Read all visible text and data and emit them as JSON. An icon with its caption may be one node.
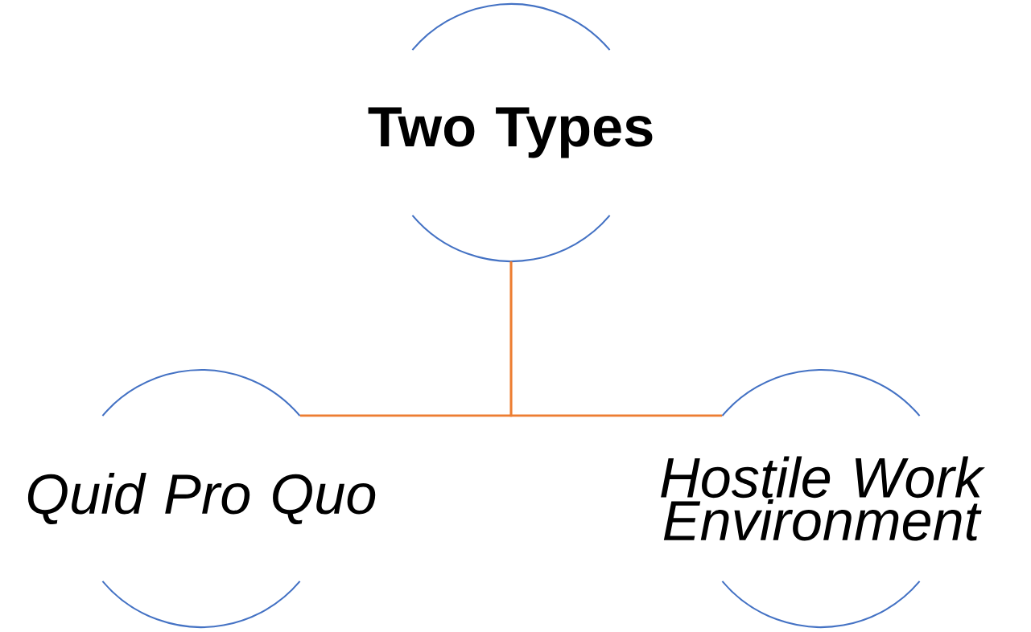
{
  "diagram": {
    "nodes": [
      {
        "text": [
          "Two Types"
        ]
      },
      {
        "text": [
          "Quid Pro Quo"
        ]
      },
      {
        "text": [
          "Hostile Work Environment"
        ]
      }
    ],
    "edges": [
      {
        "from": 0,
        "to": 1,
        "arrow": "none"
      },
      {
        "from": 0,
        "to": 2,
        "arrow": "none"
      }
    ]
  }
}
